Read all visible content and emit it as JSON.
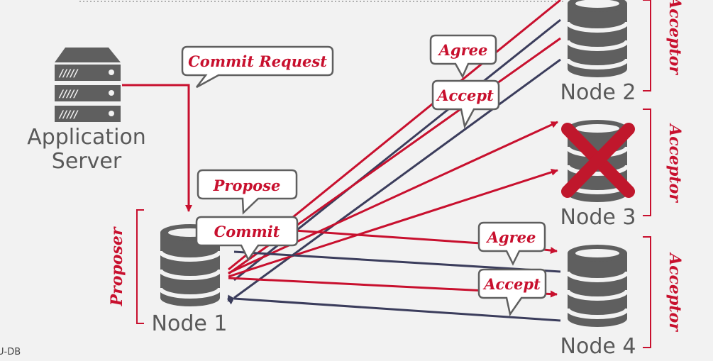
{
  "colors": {
    "request_line": "#c8102e",
    "reply_line": "#3b3d5c",
    "database": "#5f5f5f",
    "failure_cross": "#c0172c",
    "bubble_text": "#c8102e",
    "node_text": "#595959"
  },
  "application_server": {
    "label_line1": "Application",
    "label_line2": "Server",
    "icon": "server-icon"
  },
  "nodes": [
    {
      "id": "node1",
      "label": "Node 1",
      "role": "Proposer",
      "icon": "database-icon"
    },
    {
      "id": "node2",
      "label": "Node 2",
      "role": "Acceptor",
      "icon": "database-icon"
    },
    {
      "id": "node3",
      "label": "Node 3",
      "role": "Acceptor",
      "status": "failed",
      "icon": "database-icon"
    },
    {
      "id": "node4",
      "label": "Node 4",
      "role": "Acceptor",
      "icon": "database-icon"
    }
  ],
  "messages": {
    "commit_request": "Commit Request",
    "propose": "Propose",
    "commit": "Commit",
    "agree_node2": "Agree",
    "accept_node2": "Accept",
    "agree_node4": "Agree",
    "accept_node4": "Accept"
  },
  "footer": {
    "text": "U-DB"
  }
}
